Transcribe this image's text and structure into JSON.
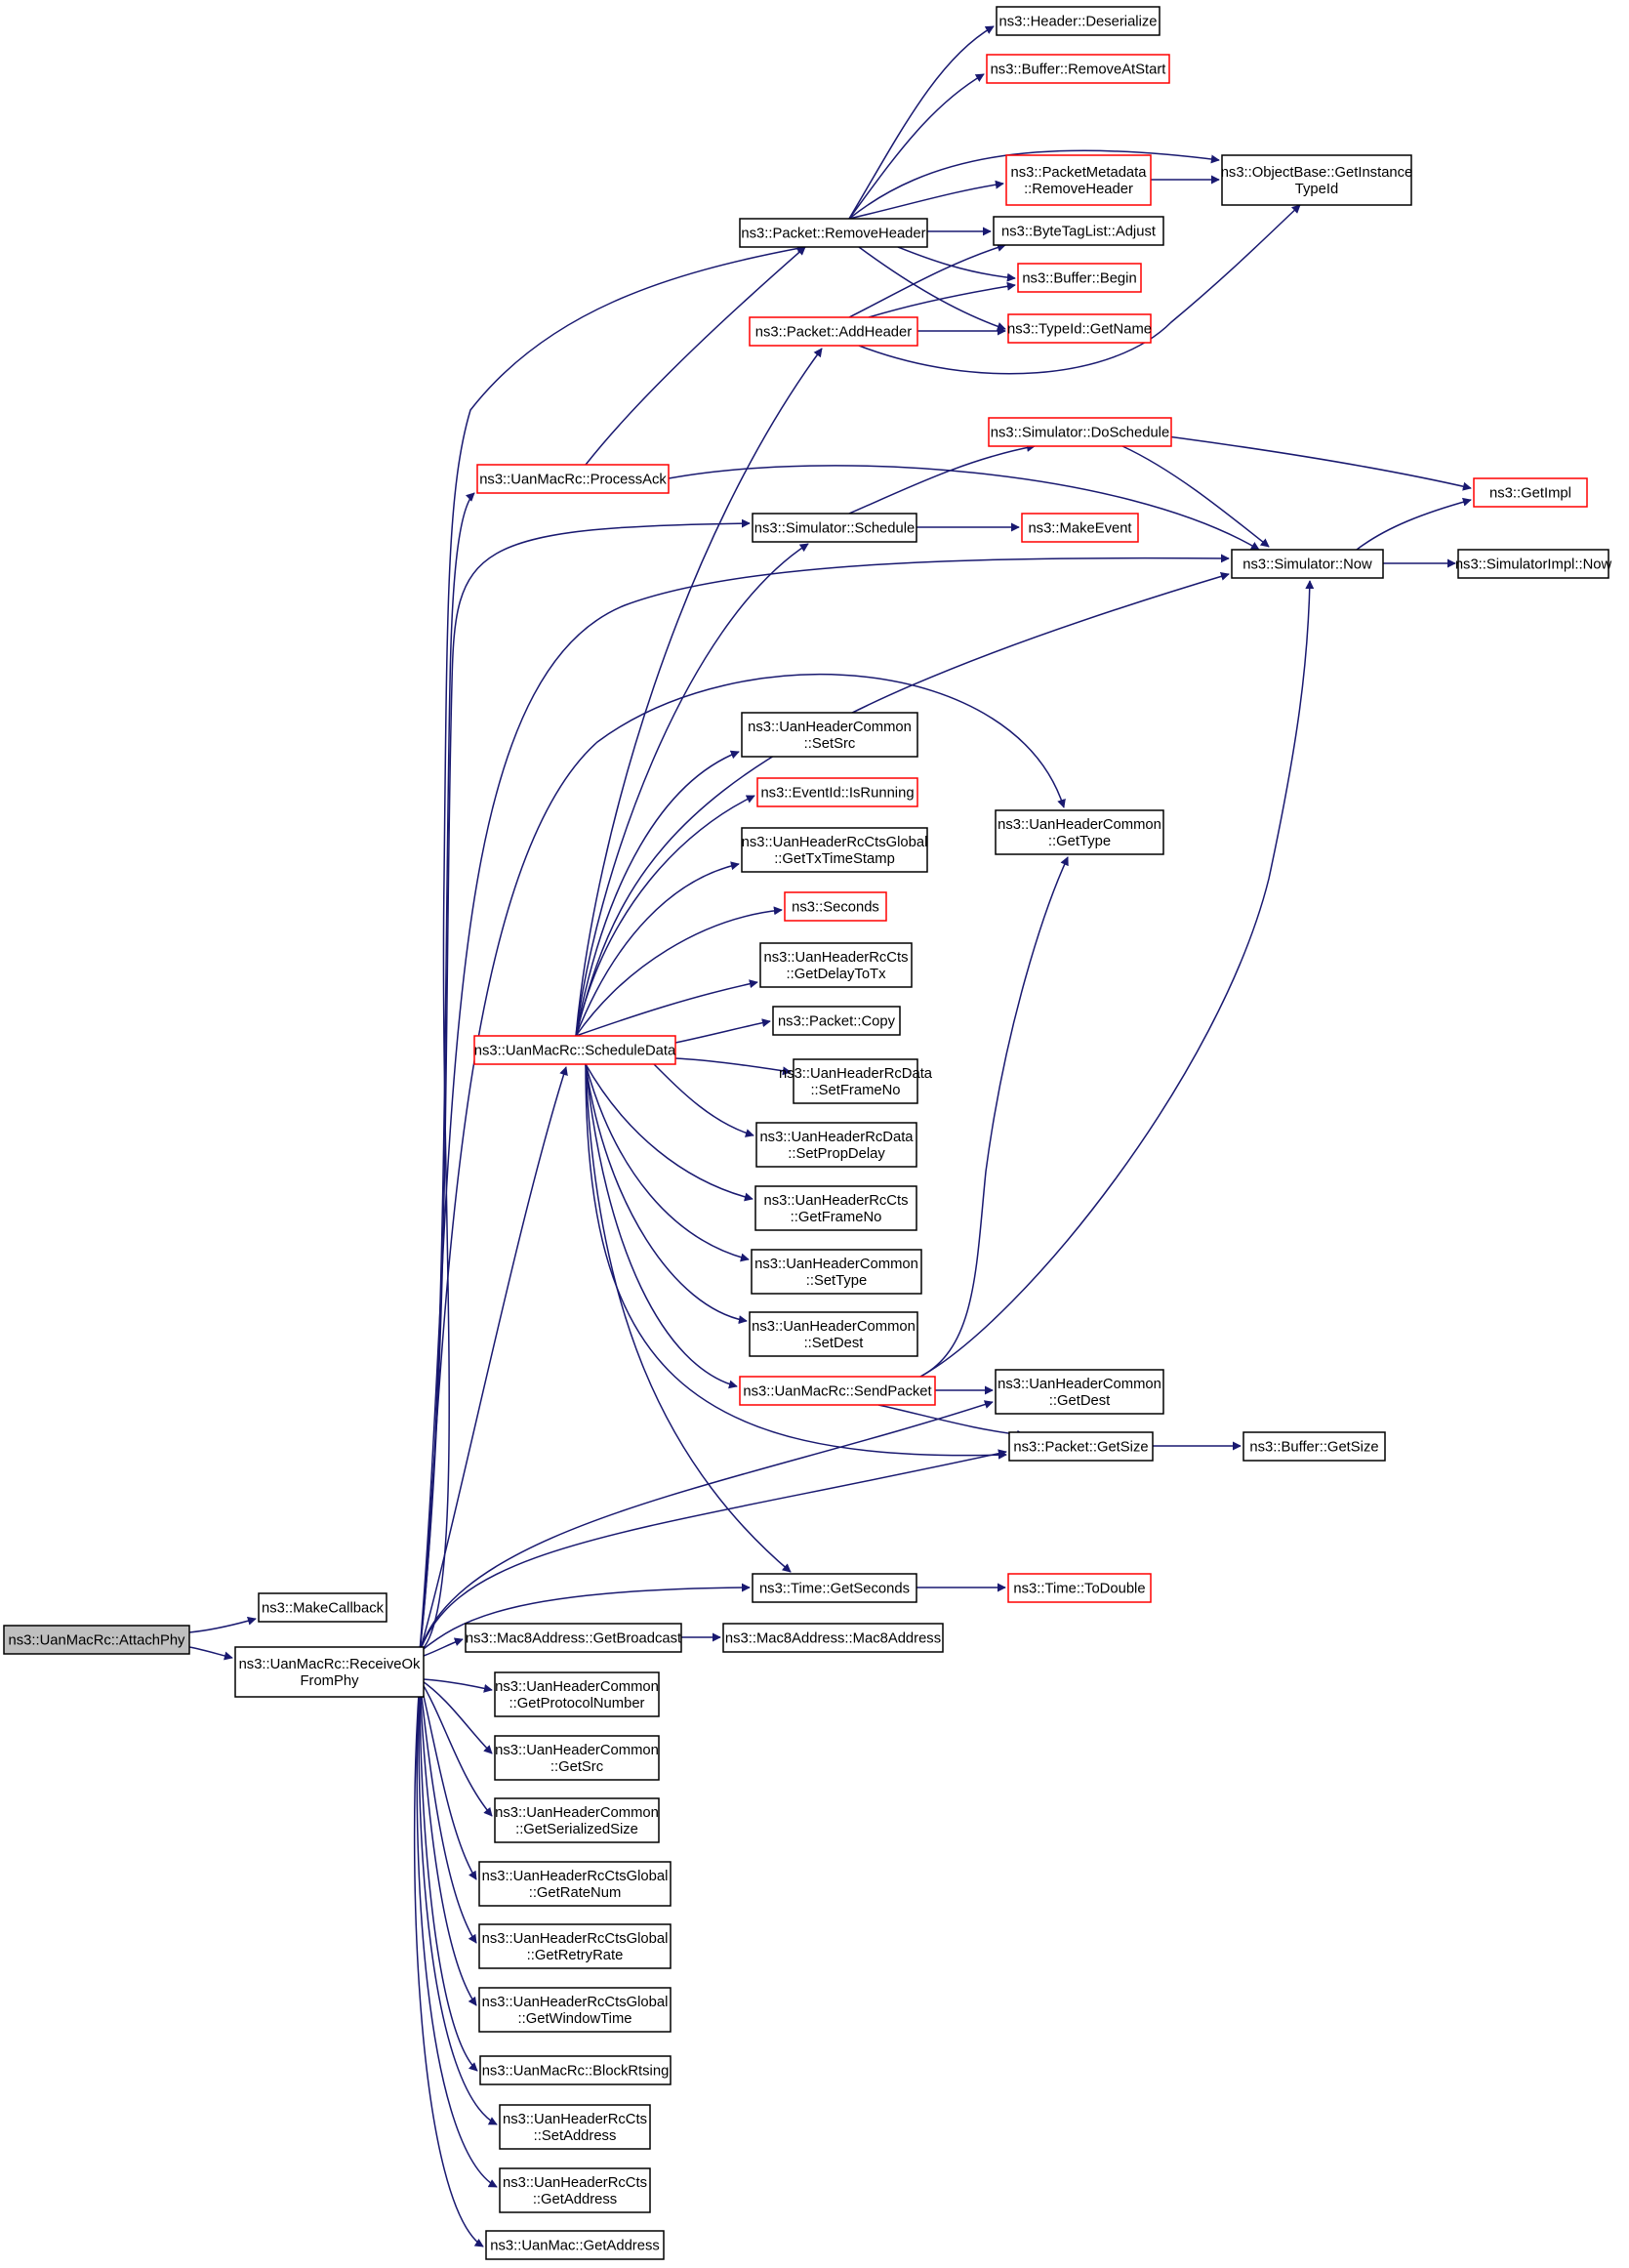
{
  "diagram": {
    "style": {
      "edge_color": "#191970",
      "node_border": "#000000",
      "truncated_node_border": "#ff0000",
      "root_fill": "#bfbfbf",
      "node_fill": "#ffffff"
    },
    "nodes": [
      {
        "id": "attachphy",
        "lines": [
          "ns3::UanMacRc::AttachPhy"
        ],
        "root": true
      },
      {
        "id": "makecallback",
        "lines": [
          "ns3::MakeCallback"
        ]
      },
      {
        "id": "receiveok",
        "lines": [
          "ns3::UanMacRc::ReceiveOk",
          "FromPhy"
        ]
      },
      {
        "id": "header-deserialize",
        "lines": [
          "ns3::Header::Deserialize"
        ]
      },
      {
        "id": "buffer-removeatstart",
        "lines": [
          "ns3::Buffer::RemoveAtStart"
        ],
        "truncated": true
      },
      {
        "id": "packetmetadata-removeheader",
        "lines": [
          "ns3::PacketMetadata",
          "::RemoveHeader"
        ],
        "truncated": true
      },
      {
        "id": "objectbase-getinstancetypeid",
        "lines": [
          "ns3::ObjectBase::GetInstance",
          "TypeId"
        ]
      },
      {
        "id": "packet-removeheader",
        "lines": [
          "ns3::Packet::RemoveHeader"
        ]
      },
      {
        "id": "bytetaglist-adjust",
        "lines": [
          "ns3::ByteTagList::Adjust"
        ]
      },
      {
        "id": "buffer-begin",
        "lines": [
          "ns3::Buffer::Begin"
        ],
        "truncated": true
      },
      {
        "id": "packet-addheader",
        "lines": [
          "ns3::Packet::AddHeader"
        ],
        "truncated": true
      },
      {
        "id": "typeid-getname",
        "lines": [
          "ns3::TypeId::GetName"
        ],
        "truncated": true
      },
      {
        "id": "simulator-doschedule",
        "lines": [
          "ns3::Simulator::DoSchedule"
        ],
        "truncated": true
      },
      {
        "id": "uanmacrc-processack",
        "lines": [
          "ns3::UanMacRc::ProcessAck"
        ],
        "truncated": true
      },
      {
        "id": "getimpl",
        "lines": [
          "ns3::GetImpl"
        ],
        "truncated": true
      },
      {
        "id": "simulator-schedule",
        "lines": [
          "ns3::Simulator::Schedule"
        ]
      },
      {
        "id": "makeevent",
        "lines": [
          "ns3::MakeEvent"
        ],
        "truncated": true
      },
      {
        "id": "simulator-now",
        "lines": [
          "ns3::Simulator::Now"
        ]
      },
      {
        "id": "simulatorimpl-now",
        "lines": [
          "ns3::SimulatorImpl::Now"
        ]
      },
      {
        "id": "uanheadercommon-setsrc",
        "lines": [
          "ns3::UanHeaderCommon",
          "::SetSrc"
        ]
      },
      {
        "id": "eventid-isrunning",
        "lines": [
          "ns3::EventId::IsRunning"
        ],
        "truncated": true
      },
      {
        "id": "uanheadercommon-gettype",
        "lines": [
          "ns3::UanHeaderCommon",
          "::GetType"
        ]
      },
      {
        "id": "rcctsglobal-gettxtimestamp",
        "lines": [
          "ns3::UanHeaderRcCtsGlobal",
          "::GetTxTimeStamp"
        ]
      },
      {
        "id": "seconds",
        "lines": [
          "ns3::Seconds"
        ],
        "truncated": true
      },
      {
        "id": "rccts-getdelaytotx",
        "lines": [
          "ns3::UanHeaderRcCts",
          "::GetDelayToTx"
        ]
      },
      {
        "id": "packet-copy",
        "lines": [
          "ns3::Packet::Copy"
        ]
      },
      {
        "id": "uanmacrc-scheduledata",
        "lines": [
          "ns3::UanMacRc::ScheduleData"
        ],
        "truncated": true
      },
      {
        "id": "rcdata-setframeno",
        "lines": [
          "ns3::UanHeaderRcData",
          "::SetFrameNo"
        ]
      },
      {
        "id": "rcdata-setpropdelay",
        "lines": [
          "ns3::UanHeaderRcData",
          "::SetPropDelay"
        ]
      },
      {
        "id": "rccts-getframeno",
        "lines": [
          "ns3::UanHeaderRcCts",
          "::GetFrameNo"
        ]
      },
      {
        "id": "uanheadercommon-settype",
        "lines": [
          "ns3::UanHeaderCommon",
          "::SetType"
        ]
      },
      {
        "id": "uanheadercommon-setdest",
        "lines": [
          "ns3::UanHeaderCommon",
          "::SetDest"
        ]
      },
      {
        "id": "uanmacrc-sendpacket",
        "lines": [
          "ns3::UanMacRc::SendPacket"
        ],
        "truncated": true
      },
      {
        "id": "uanheadercommon-getdest",
        "lines": [
          "ns3::UanHeaderCommon",
          "::GetDest"
        ]
      },
      {
        "id": "packet-getsize",
        "lines": [
          "ns3::Packet::GetSize"
        ]
      },
      {
        "id": "buffer-getsize",
        "lines": [
          "ns3::Buffer::GetSize"
        ]
      },
      {
        "id": "time-getseconds",
        "lines": [
          "ns3::Time::GetSeconds"
        ]
      },
      {
        "id": "time-todouble",
        "lines": [
          "ns3::Time::ToDouble"
        ],
        "truncated": true
      },
      {
        "id": "mac8address-getbroadcast",
        "lines": [
          "ns3::Mac8Address::GetBroadcast"
        ]
      },
      {
        "id": "mac8address-ctor",
        "lines": [
          "ns3::Mac8Address::Mac8Address"
        ]
      },
      {
        "id": "uanheadercommon-getprotocolnumber",
        "lines": [
          "ns3::UanHeaderCommon",
          "::GetProtocolNumber"
        ]
      },
      {
        "id": "uanheadercommon-getsrc",
        "lines": [
          "ns3::UanHeaderCommon",
          "::GetSrc"
        ]
      },
      {
        "id": "uanheadercommon-getserializedsize",
        "lines": [
          "ns3::UanHeaderCommon",
          "::GetSerializedSize"
        ]
      },
      {
        "id": "rcctsglobal-getratenum",
        "lines": [
          "ns3::UanHeaderRcCtsGlobal",
          "::GetRateNum"
        ]
      },
      {
        "id": "rcctsglobal-getretryrate",
        "lines": [
          "ns3::UanHeaderRcCtsGlobal",
          "::GetRetryRate"
        ]
      },
      {
        "id": "rcctsglobal-getwindowtime",
        "lines": [
          "ns3::UanHeaderRcCtsGlobal",
          "::GetWindowTime"
        ]
      },
      {
        "id": "uanmacrc-blockrtsing",
        "lines": [
          "ns3::UanMacRc::BlockRtsing"
        ]
      },
      {
        "id": "rccts-setaddress",
        "lines": [
          "ns3::UanHeaderRcCts",
          "::SetAddress"
        ]
      },
      {
        "id": "rccts-getaddress",
        "lines": [
          "ns3::UanHeaderRcCts",
          "::GetAddress"
        ]
      },
      {
        "id": "uanmac-getaddress",
        "lines": [
          "ns3::UanMac::GetAddress"
        ]
      }
    ]
  }
}
